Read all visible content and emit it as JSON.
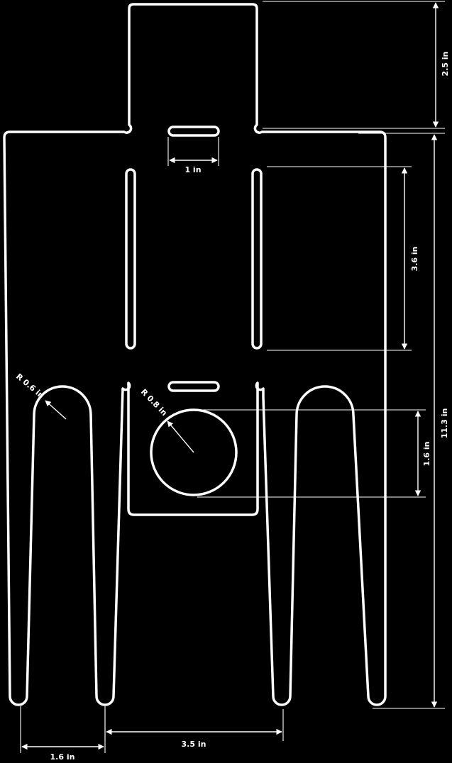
{
  "colors": {
    "background": "#000000",
    "line": "#ffffff"
  },
  "dimensions": {
    "top_height": "2.5 in",
    "slot_width": "1 in",
    "slot_length": "3.6 in",
    "body_height": "11.3 in",
    "hole_diameter": "1.6 in",
    "finger_radius": "R 0.6 in",
    "hole_radius": "R 0.8 in",
    "finger_width": "1.6 in",
    "finger_gap": "3.5 in"
  }
}
